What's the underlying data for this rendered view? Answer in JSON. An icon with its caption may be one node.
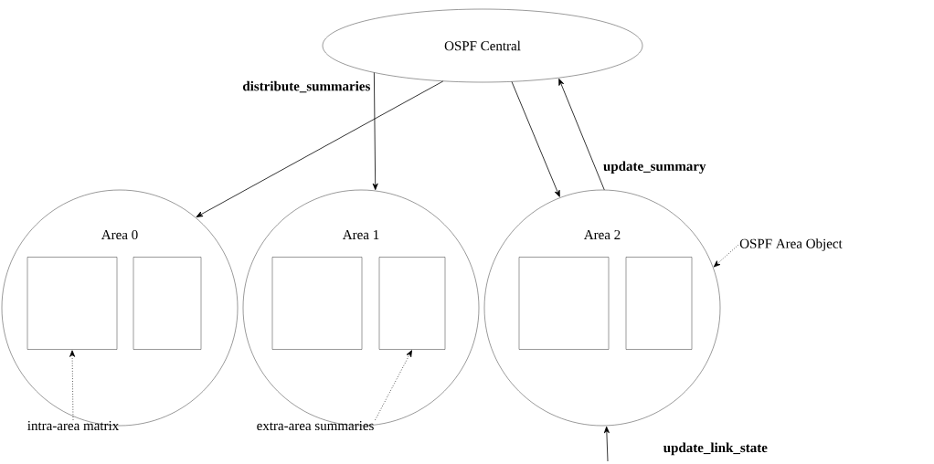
{
  "diagram": {
    "nodes": [
      {
        "text": [
          "OSPF Central"
        ]
      },
      {
        "text": [
          "Area 0"
        ]
      },
      {
        "text": [
          "Area 1"
        ]
      },
      {
        "text": [
          "Area 2"
        ]
      },
      {
        "text": [],
        "shape": "box",
        "in": 1
      },
      {
        "text": [],
        "shape": "box",
        "in": 1
      },
      {
        "text": [],
        "shape": "box",
        "in": 2
      },
      {
        "text": [],
        "shape": "box",
        "in": 2
      },
      {
        "text": [],
        "shape": "box",
        "in": 3
      },
      {
        "text": [],
        "shape": "box",
        "in": 3
      },
      {
        "text": [
          "intra-area matrix"
        ]
      },
      {
        "text": [
          "extra-area summaries"
        ]
      },
      {
        "text": [
          "OSPF Area Object"
        ]
      }
    ],
    "edges": [
      {
        "from": 0,
        "to": 1,
        "arrow": "to"
      },
      {
        "from": 0,
        "to": 2,
        "arrow": "to",
        "label": "distribute_summaries"
      },
      {
        "from": 0,
        "to": 3,
        "arrow": "to"
      },
      {
        "from": 3,
        "to": 0,
        "arrow": "to",
        "label": "update_summary"
      },
      {
        "from": null,
        "to": 3,
        "arrow": "to",
        "label": "update_link_state"
      },
      {
        "from": 10,
        "to": 4,
        "arrow": "to",
        "style": "dashed"
      },
      {
        "from": 11,
        "to": 7,
        "arrow": "to",
        "style": "dashed"
      },
      {
        "from": 12,
        "to": 3,
        "arrow": "to",
        "style": "dashed"
      }
    ]
  }
}
